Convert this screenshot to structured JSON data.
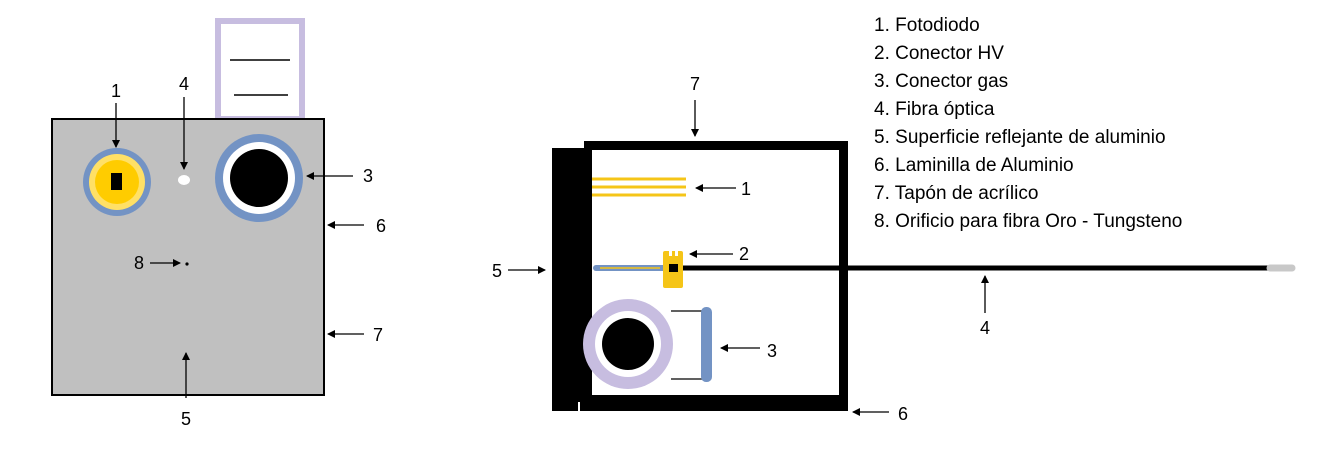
{
  "legend": [
    {
      "num": "1.",
      "text": "Fotodiodo"
    },
    {
      "num": "2.",
      "text": "Conector HV"
    },
    {
      "num": "3.",
      "text": "Conector gas"
    },
    {
      "num": "4.",
      "text": "Fibra óptica"
    },
    {
      "num": "5.",
      "text": "Superficie reflejante de aluminio"
    },
    {
      "num": "6.",
      "text": "Laminilla de Aluminio"
    },
    {
      "num": "7.",
      "text": "Tapón de acrílico"
    },
    {
      "num": "8.",
      "text": "Orificio para fibra Oro - Tungsteno"
    }
  ],
  "front_view": {
    "labels": {
      "n1": "1",
      "n4": "4",
      "n3": "3",
      "n6": "6",
      "n8": "8",
      "n7": "7",
      "n5": "5"
    }
  },
  "side_view": {
    "labels": {
      "n7": "7",
      "n1": "1",
      "n2": "2",
      "n5": "5",
      "n4": "4",
      "n3": "3",
      "n6": "6"
    }
  },
  "colors": {
    "plate": "#c0c0c0",
    "lavender": "#c7bde0",
    "steel_blue": "#7393c4",
    "yellow": "#ffcc00",
    "gold": "#f5c518",
    "black": "#000000"
  }
}
